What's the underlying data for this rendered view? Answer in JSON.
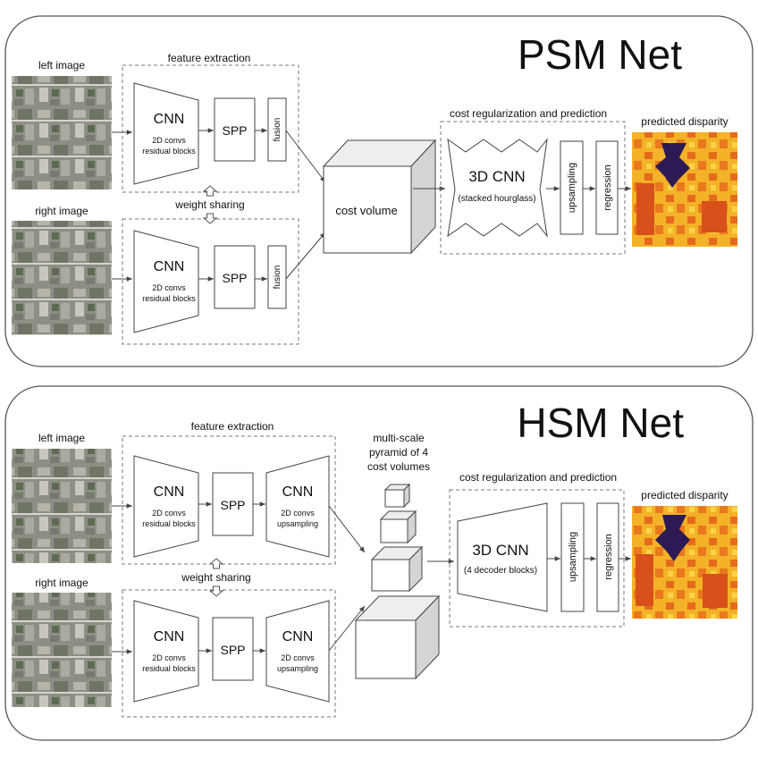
{
  "psm": {
    "title": "PSM Net",
    "left_image_label": "left image",
    "right_image_label": "right image",
    "feature_extraction_label": "feature extraction",
    "weight_sharing_label": "weight sharing",
    "cnn_label": "CNN",
    "cnn_sub1": "2D convs",
    "cnn_sub2": "residual blocks",
    "spp_label": "SPP",
    "fusion_label": "fusion",
    "cost_volume_label": "cost volume",
    "regularization_label": "cost regularization and prediction",
    "cnn3d_label": "3D CNN",
    "cnn3d_sub": "(stacked hourglass)",
    "upsampling_label": "upsampling",
    "regression_label": "regression",
    "predicted_label": "predicted disparity"
  },
  "hsm": {
    "title": "HSM Net",
    "left_image_label": "left image",
    "right_image_label": "right image",
    "feature_extraction_label": "feature extraction",
    "weight_sharing_label": "weight sharing",
    "cnn_label": "CNN",
    "cnn_sub1": "2D convs",
    "cnn_sub2": "residual blocks",
    "spp_label": "SPP",
    "decoder_label": "CNN",
    "decoder_sub1": "2D convs",
    "decoder_sub2": "upsampling",
    "pyramid_line1": "multi-scale",
    "pyramid_line2": "pyramid of 4",
    "pyramid_line3": "cost volumes",
    "regularization_label": "cost regularization and prediction",
    "cnn3d_label": "3D CNN",
    "cnn3d_sub": "(4 decoder blocks)",
    "upsampling_label": "upsampling",
    "regression_label": "regression",
    "predicted_label": "predicted disparity"
  },
  "colors": {
    "panel_border": "#555555",
    "box_border": "#444444",
    "dash_border": "#777777",
    "cube_front": "#ffffff",
    "cube_top": "#eeeeee",
    "cube_side": "#d4d4d4",
    "disparity_bg": "#f2a51f",
    "disparity_building": "#d8501a",
    "disparity_dark": "#2d1a55",
    "aerial_base": "#8d8f86"
  }
}
